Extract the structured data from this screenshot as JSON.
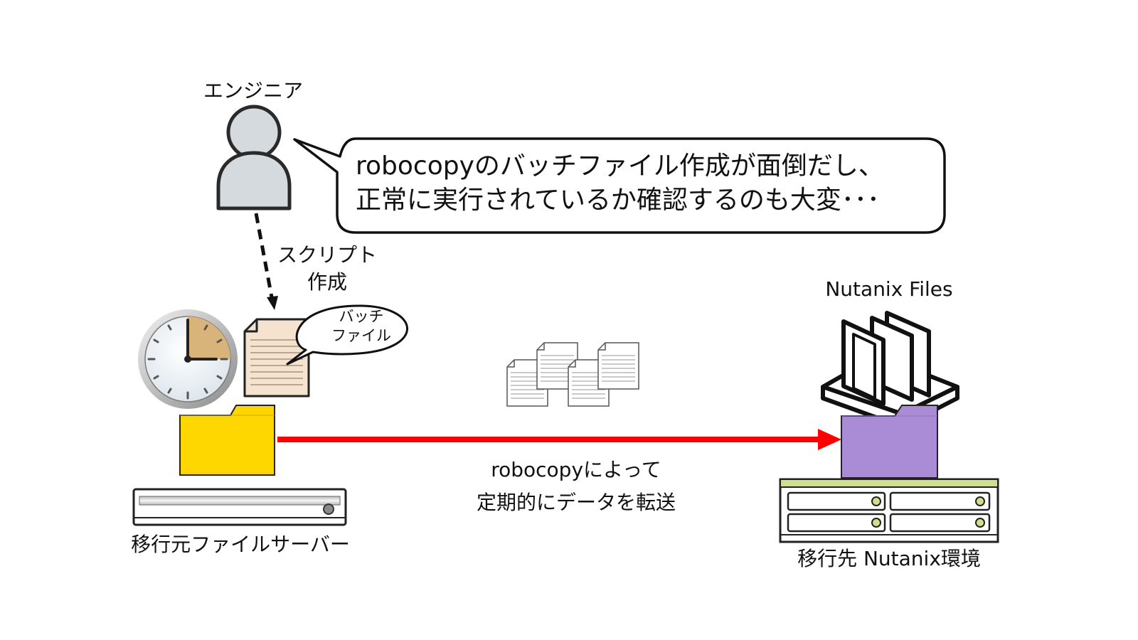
{
  "engineer": {
    "label": "エンジニア",
    "speech_lines": [
      "robocopyのバッチファイル作成が面倒だし、",
      "正常に実行されているか確認するのも大変･･･"
    ]
  },
  "script_step": {
    "label_lines": [
      "スクリプト",
      "作成"
    ]
  },
  "batch_file": {
    "label_lines": [
      "バッチ",
      "ファイル"
    ]
  },
  "source": {
    "label": "移行元ファイルサーバー"
  },
  "transfer": {
    "label_lines": [
      "robocopyによって",
      "定期的にデータを転送"
    ]
  },
  "destination": {
    "product_label": "Nutanix Files",
    "label": "移行先 Nutanix環境"
  },
  "colors": {
    "arrow": "#ff0000",
    "source_folder": "#ffd700",
    "dest_folder": "#a98bd6",
    "person": "#d5dadf",
    "clock_accent": "#d9b47a",
    "batch_file": "#f4e4cf",
    "server_accent": "#cfe08a"
  },
  "icons": {
    "engineer": "person-icon",
    "clock": "clock-icon",
    "batch_file": "batch-file-icon",
    "source_folder": "folder-icon",
    "source_server": "server-icon",
    "documents": "documents-icon",
    "nutanix_files": "nutanix-files-icon",
    "dest_folder": "folder-icon",
    "dest_server": "server-rack-icon"
  }
}
